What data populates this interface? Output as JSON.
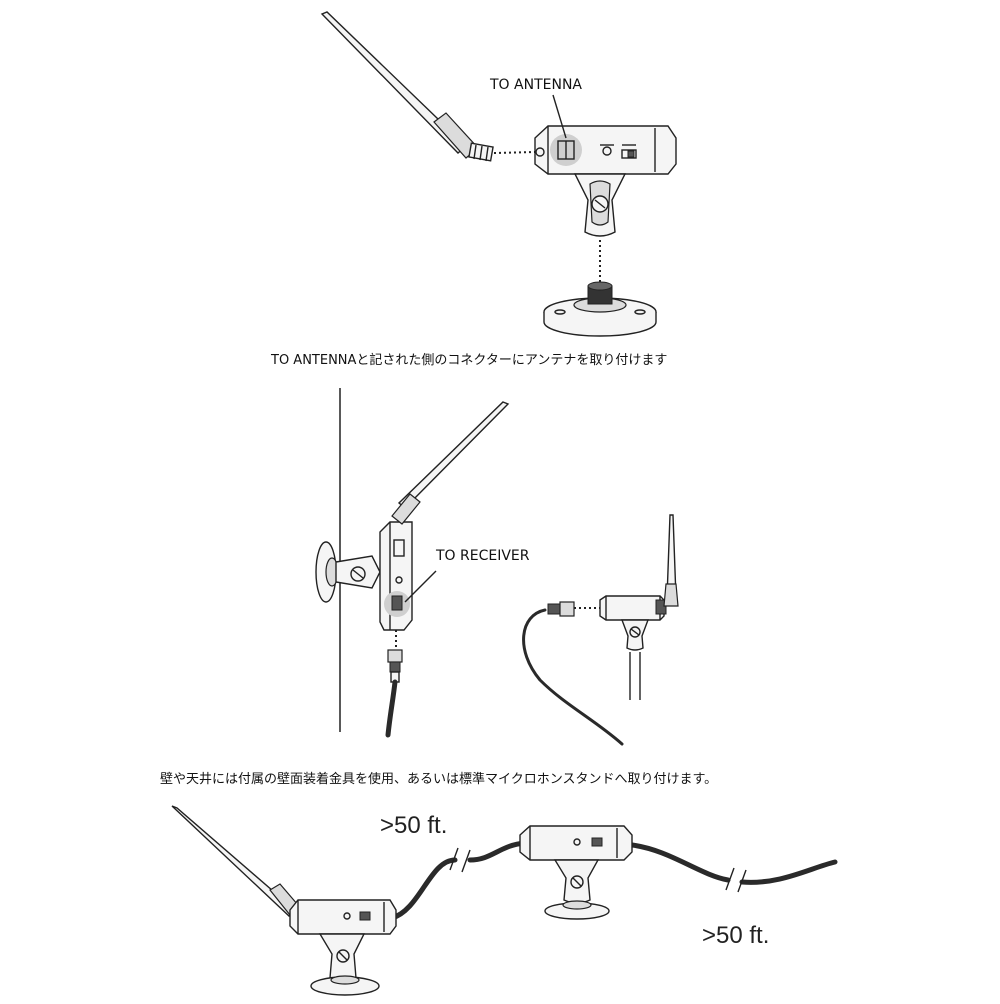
{
  "labels": {
    "to_antenna": "TO ANTENNA",
    "to_receiver": "TO RECEIVER",
    "distance_a": ">50 ft.",
    "distance_b": ">50 ft."
  },
  "captions": {
    "step1": "TO ANTENNAと記された側のコネクターにアンテナを取り付けます",
    "step2": "壁や天井には付属の壁面装着金具を使用、あるいは標準マイクロホンスタンドへ取り付けます。"
  },
  "colors": {
    "stroke": "#222222",
    "fill_light": "#f4f4f4",
    "fill_mid": "#d6d6d6",
    "cable": "#2a2a2a"
  }
}
